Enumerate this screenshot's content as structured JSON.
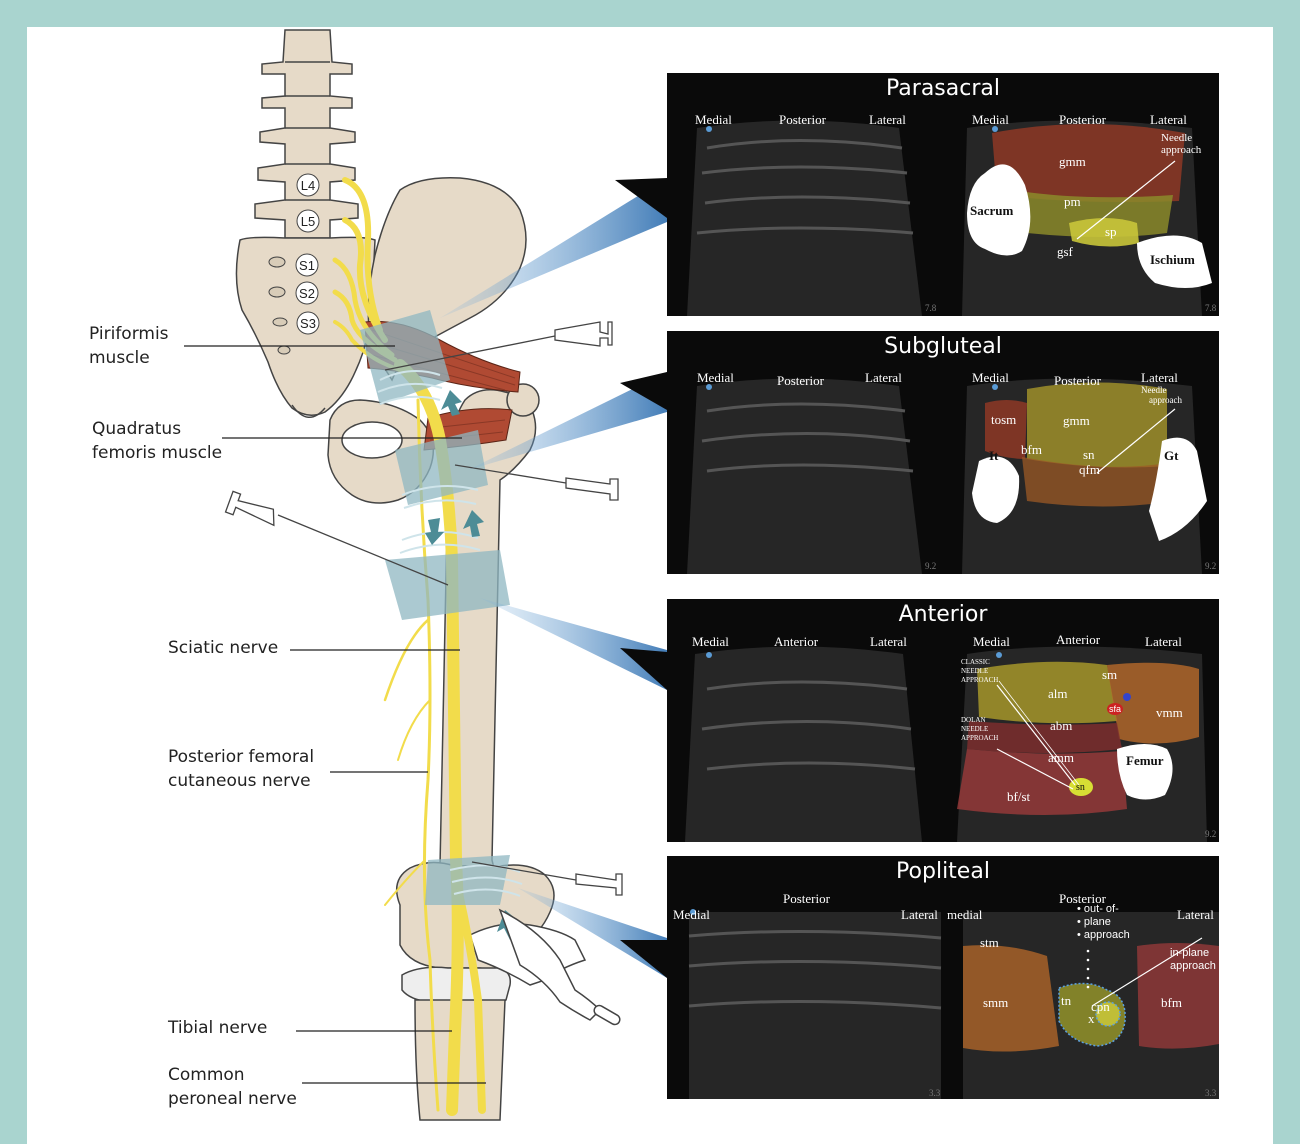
{
  "figure": {
    "anatomy": {
      "vertebrae": [
        "L4",
        "L5",
        "S1",
        "S2",
        "S3"
      ],
      "labels": {
        "piriformis": [
          "Piriformis",
          "muscle"
        ],
        "quadratus": [
          "Quadratus",
          "femoris muscle"
        ],
        "sciatic": [
          "Sciatic nerve"
        ],
        "posterior_femoral": [
          "Posterior femoral",
          "cutaneous nerve"
        ],
        "tibial": [
          "Tibial nerve"
        ],
        "common_peroneal": [
          "Common",
          "peroneal nerve"
        ]
      }
    },
    "panels": {
      "parasacral": {
        "title": "Parasacral",
        "left": {
          "medial": "Medial",
          "posterior": "Posterior",
          "lateral": "Lateral",
          "depth": "7.8"
        },
        "right": {
          "medial": "Medial",
          "posterior": "Posterior",
          "lateral": "Lateral",
          "needle1": "Needle",
          "needle2": "approach",
          "gmm": "gmm",
          "pm": "pm",
          "sp": "sp",
          "gsf": "gsf",
          "sacrum": "Sacrum",
          "ischium": "Ischium",
          "depth": "7.8"
        }
      },
      "subgluteal": {
        "title": "Subgluteal",
        "left": {
          "medial": "Medial",
          "posterior": "Posterior",
          "lateral": "Lateral",
          "depth": "9.2"
        },
        "right": {
          "medial": "Medial",
          "posterior": "Posterior",
          "lateral": "Lateral",
          "needle1": "Needle",
          "needle2": "approach",
          "tosm": "tosm",
          "gmm": "gmm",
          "bfm": "bfm",
          "sn": "sn",
          "qfm": "qfm",
          "it": "It",
          "gt": "Gt",
          "depth": "9.2"
        }
      },
      "anterior": {
        "title": "Anterior",
        "left": {
          "medial": "Medial",
          "anterior": "Anterior",
          "lateral": "Lateral"
        },
        "right": {
          "medial": "Medial",
          "anterior": "Anterior",
          "lateral": "Lateral",
          "classic1": "CLASSIC",
          "classic2": "NEEDLE",
          "classic3": "APPROACH",
          "dolan1": "DOLAN",
          "dolan2": "NEEDLE",
          "dolan3": "APPROACH",
          "sm": "sm",
          "alm": "alm",
          "sfa": "sfa",
          "vmm": "vmm",
          "abm": "abm",
          "amm": "amm",
          "femur": "Femur",
          "sn": "sn",
          "bfst": "bf/st",
          "depth": "9.2"
        }
      },
      "popliteal": {
        "title": "Popliteal",
        "left": {
          "medial": "Medial",
          "posterior": "Posterior",
          "lateral": "Lateral",
          "depth": "3.3"
        },
        "right": {
          "medial": "medial",
          "posterior": "Posterior",
          "lateral": "Lateral",
          "oop1": "• out- of-",
          "oop2": "• plane",
          "oop3": "• approach",
          "ip1": "in-plane",
          "ip2": "approach",
          "stm": "stm",
          "smm": "smm",
          "tn": "tn",
          "cpn": "cpn",
          "x": "x",
          "bfm": "bfm",
          "depth": "3.3"
        }
      }
    },
    "colors": {
      "background_frame": "#a9d4cf",
      "nerve": "#f2dc4b",
      "bone": "#e6dac8",
      "muscle": "#b04a33",
      "probe": "#8fb7c2"
    }
  }
}
